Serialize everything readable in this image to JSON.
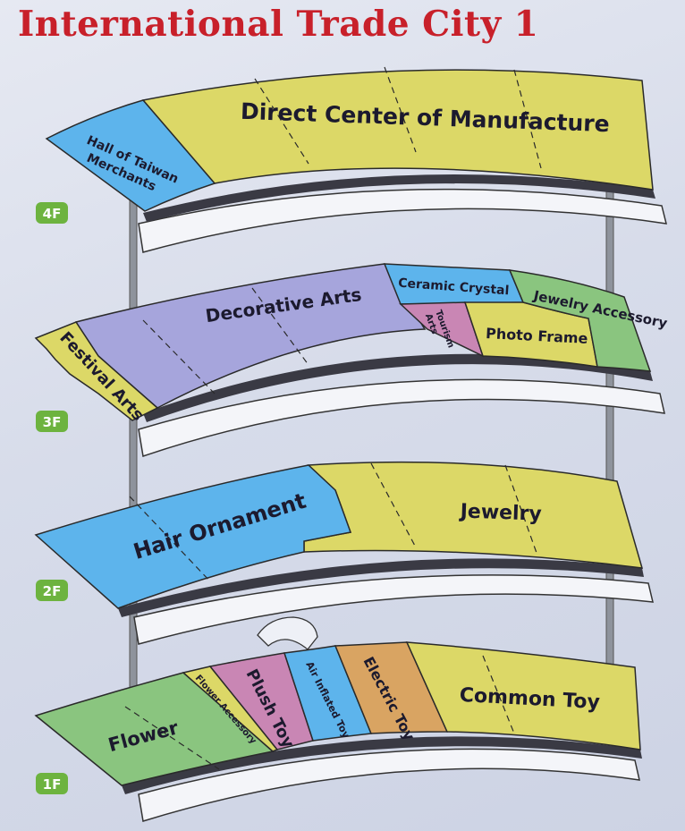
{
  "title": "International Trade City 1",
  "colors": {
    "title": "#c8202a",
    "yellow": "#dcd867",
    "blue": "#5db4ec",
    "purple": "#a6a5dc",
    "green": "#8ac57f",
    "pink": "#c986b4",
    "orange": "#d9a462",
    "badge": "#6db33f",
    "pole": "#8e939c"
  },
  "floors": [
    {
      "badge": "4F",
      "zones": [
        {
          "label": "Hall of Taiwan Merchants",
          "lines": [
            "Hall of Taiwan",
            "Merchants"
          ],
          "color": "blue"
        },
        {
          "label": "Direct Center of Manufacture",
          "color": "yellow"
        }
      ]
    },
    {
      "badge": "3F",
      "zones": [
        {
          "label": "Festival Arts",
          "color": "yellow"
        },
        {
          "label": "Decorative Arts",
          "color": "purple"
        },
        {
          "label": "Ceramic Crystal",
          "color": "blue"
        },
        {
          "label": "Tourism Arts",
          "lines": [
            "Tourism",
            "Arts"
          ],
          "color": "pink"
        },
        {
          "label": "Photo Frame",
          "color": "yellow"
        },
        {
          "label": "Jewelry Accessory",
          "color": "green"
        }
      ]
    },
    {
      "badge": "2F",
      "zones": [
        {
          "label": "Hair Ornament",
          "color": "blue"
        },
        {
          "label": "Jewelry",
          "color": "yellow"
        }
      ]
    },
    {
      "badge": "1F",
      "zones": [
        {
          "label": "Flower",
          "color": "green"
        },
        {
          "label": "Flower Accessory",
          "color": "yellow"
        },
        {
          "label": "Plush Toy",
          "color": "pink"
        },
        {
          "label": "Air Inflated Toy",
          "color": "blue"
        },
        {
          "label": "Electric Toy",
          "color": "orange"
        },
        {
          "label": "Common Toy",
          "color": "yellow"
        }
      ]
    }
  ]
}
